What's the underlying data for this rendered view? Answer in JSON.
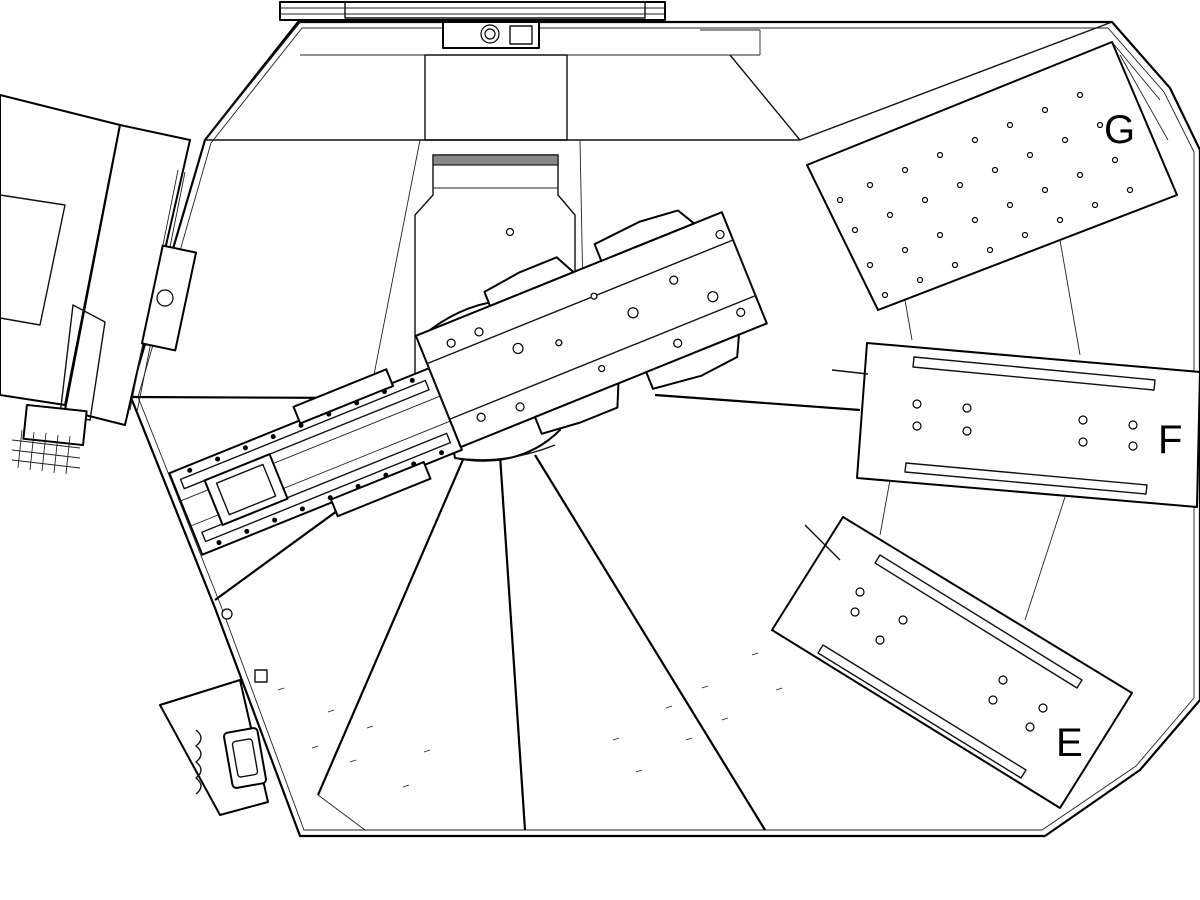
{
  "drawing": {
    "labels": {
      "g": "G",
      "f": "F",
      "e": "E"
    }
  }
}
